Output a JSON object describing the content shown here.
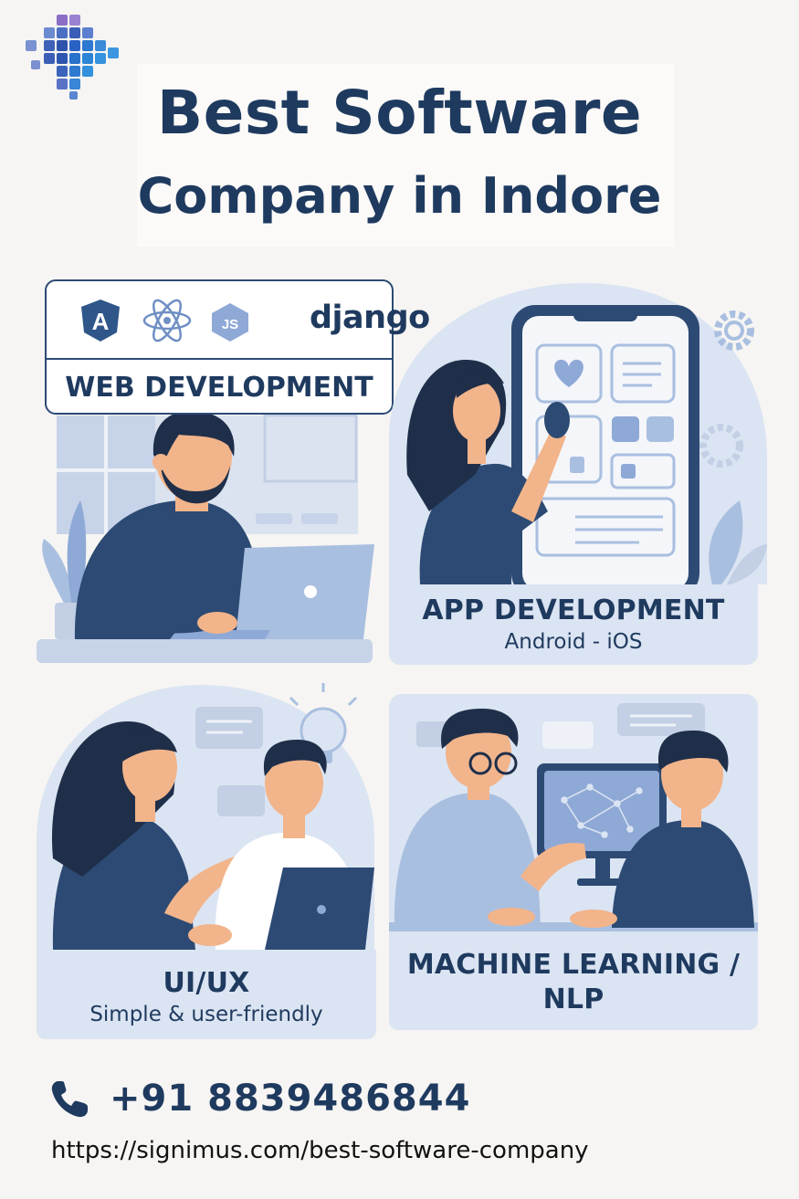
{
  "header": {
    "title": "Best Software",
    "subtitle": "Company in Indore",
    "logo_icon": "pixel-cross-logo-icon"
  },
  "colors": {
    "navy": "#1f3a5f",
    "accent_blue": "#2f5688",
    "light_blue": "#a9bfe0",
    "pale_blue": "#dbe4f2",
    "background": "#f6f5f3",
    "skin": "#f2b48a"
  },
  "services": {
    "web": {
      "title": "WEB DEVELOPMENT",
      "logos": [
        "angular-icon",
        "react-icon",
        "javascript-icon",
        "django-icon"
      ],
      "js_text": "JS",
      "angular_text": "A",
      "django_text": "django"
    },
    "app": {
      "title": "APP DEVELOPMENT",
      "subtitle": "Android - iOS"
    },
    "uiux": {
      "title": "UI/UX",
      "subtitle": "Simple & user-friendly"
    },
    "ml": {
      "title_line1": "MACHINE LEARNING /",
      "title_line2": "NLP"
    }
  },
  "contact": {
    "phone": "+91 8839486844",
    "phone_icon": "phone-icon",
    "url": "https://signimus.com/best-software-company"
  }
}
